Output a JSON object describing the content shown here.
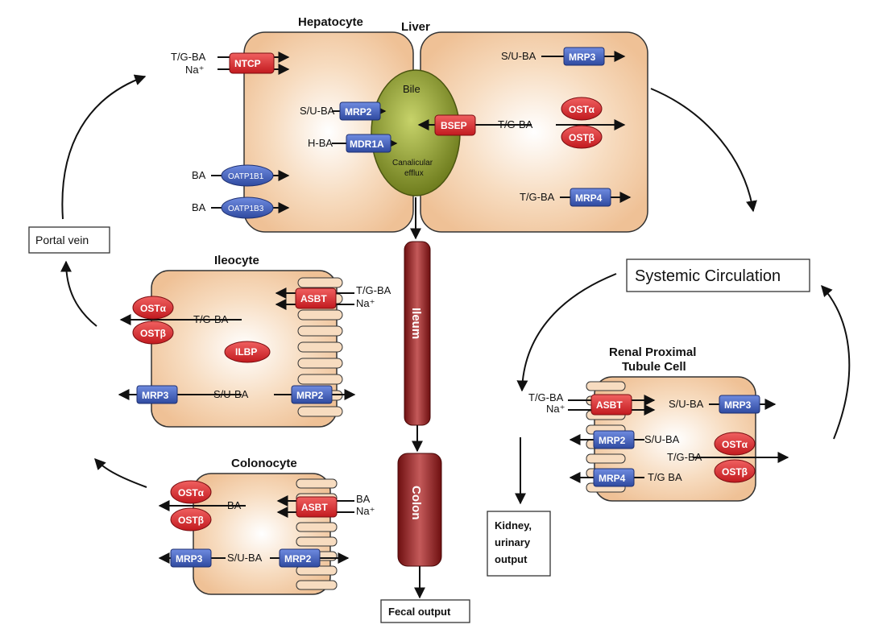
{
  "labels": {
    "hepatocyte": "Hepatocyte",
    "liver": "Liver",
    "bile": "Bile",
    "canalicular": "Canalicular",
    "efflux": "efflux",
    "ileocyte": "Ileocyte",
    "colonocyte": "Colonocyte",
    "renal1": "Renal Proximal",
    "renal2": "Tubule Cell",
    "ileum": "Ileum",
    "colon": "Colon",
    "portal_vein": "Portal vein",
    "systemic": "Systemic Circulation",
    "fecal": "Fecal output",
    "kidney1": "Kidney,",
    "kidney2": "urinary",
    "kidney3": "output"
  },
  "substrates": {
    "tgba": "T/G-BA",
    "na": "Na⁺",
    "suba": "S/U-BA",
    "hba": "H-BA",
    "ba": "BA",
    "tg_ba_space": "T/G BA"
  },
  "transporters": {
    "ntcp": "NTCP",
    "mrp2": "MRP2",
    "mrp3": "MRP3",
    "mrp4": "MRP4",
    "mdr1a": "MDR1A",
    "bsep": "BSEP",
    "osta": "OSTα",
    "ostb": "OSTβ",
    "oatp1b1": "OATP1B1",
    "oatp1b3": "OATP1B3",
    "asbt": "ASBT",
    "ilbp": "ILBP"
  },
  "colors": {
    "cell": "#f2c9a0",
    "red": "#d8262b",
    "blue": "#3f5fb8",
    "bile": "#8a9a28",
    "tube": "#8a1a1a"
  }
}
